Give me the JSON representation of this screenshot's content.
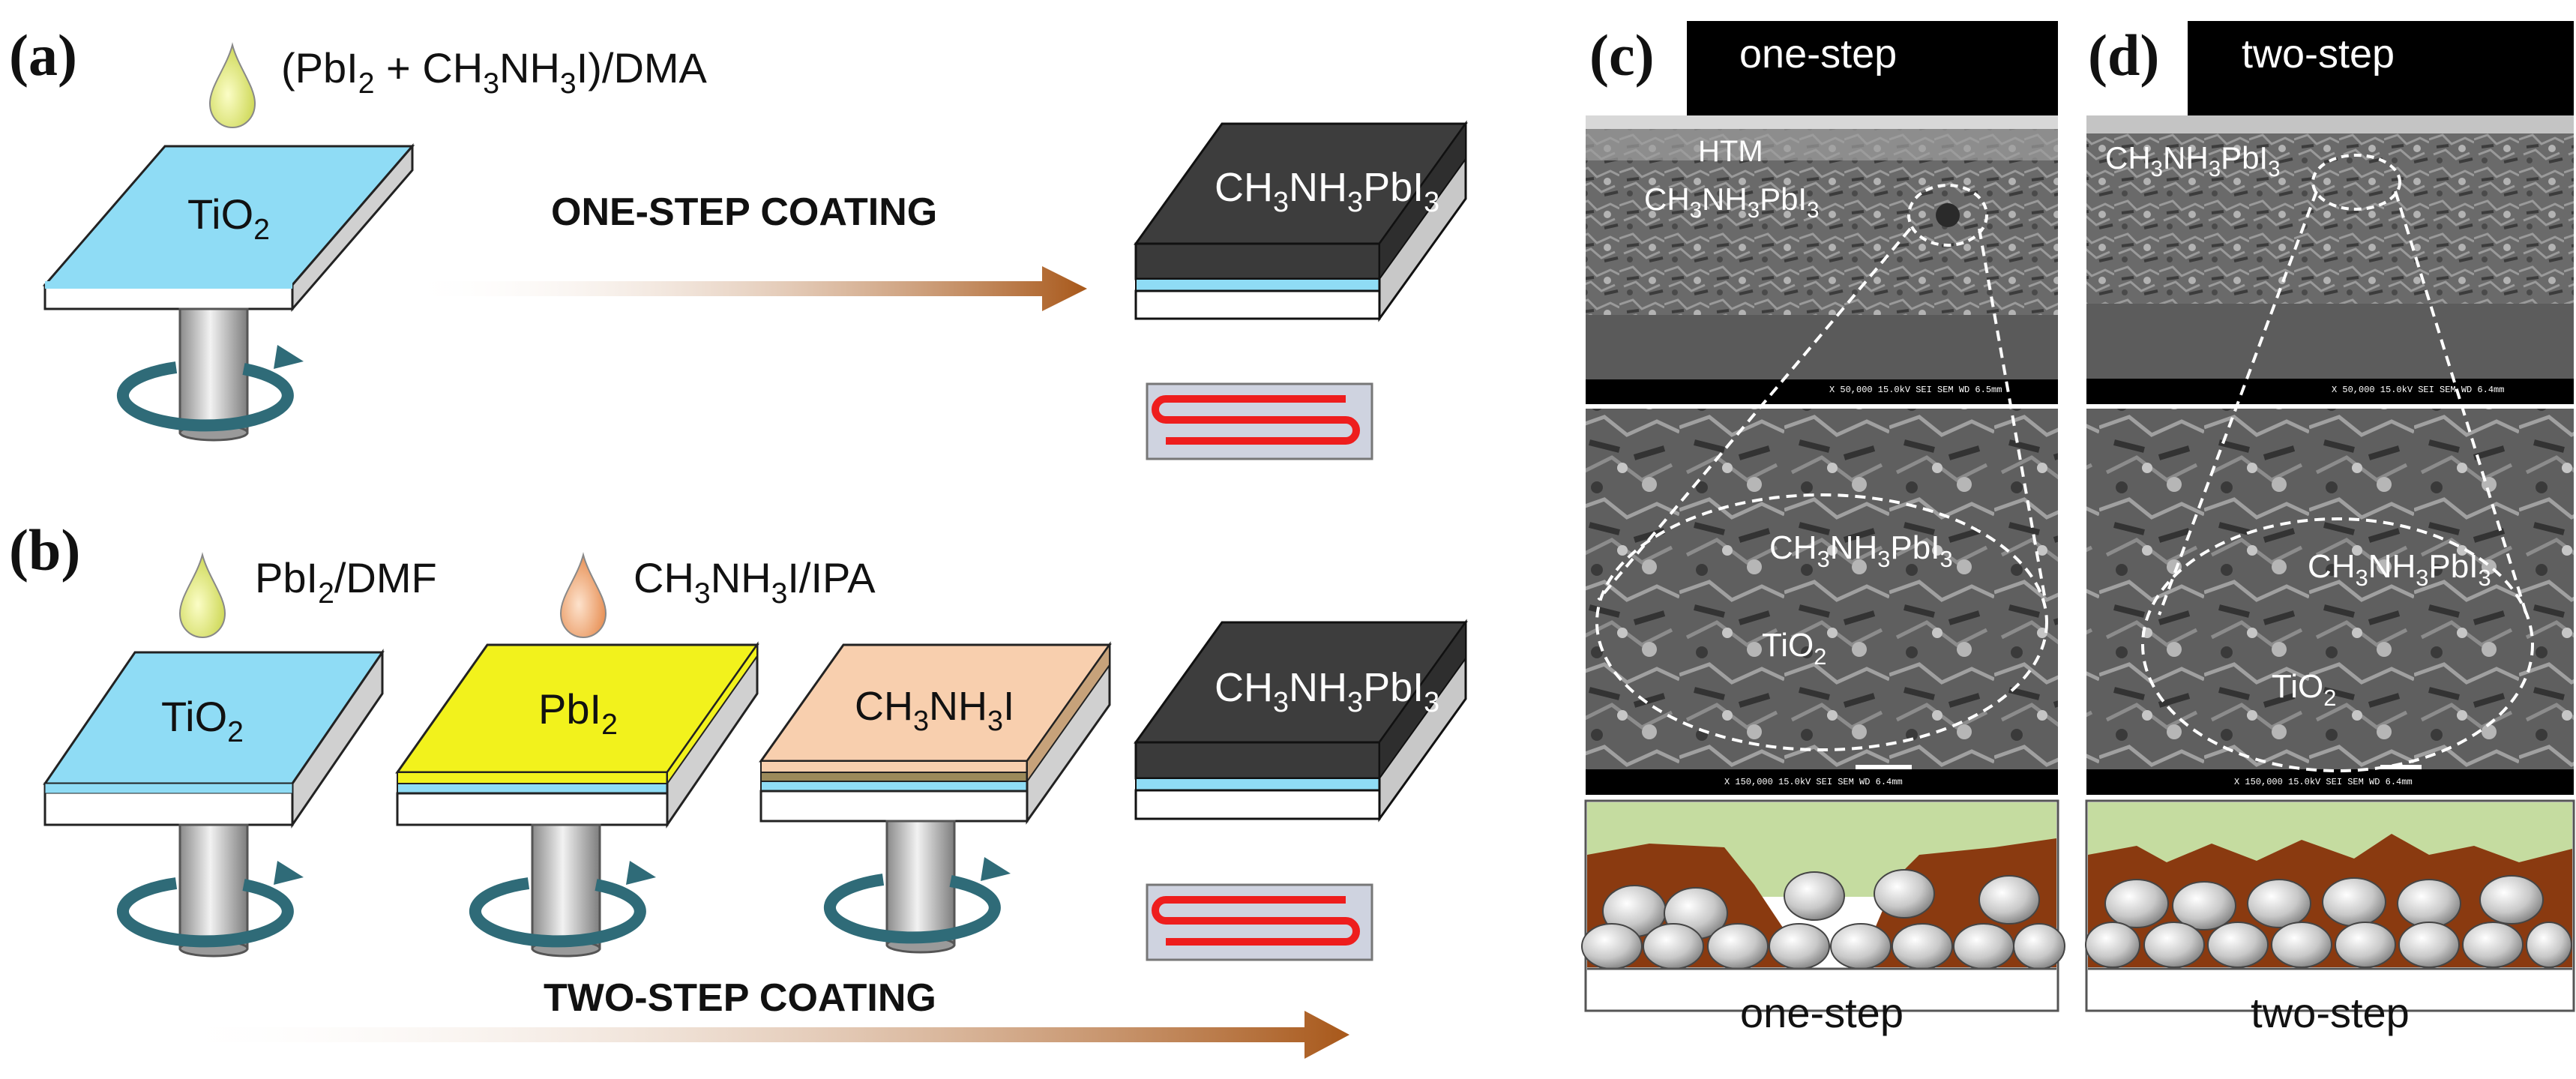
{
  "panels": {
    "a": {
      "label": "(a)",
      "solution": {
        "prefix": "(PbI",
        "sub1": "2",
        "mid": " + CH",
        "sub2": "3",
        "mid2": "NH",
        "sub3": "3",
        "suffix": "I)/DMA"
      },
      "substrate": {
        "base": "TiO",
        "sub": "2"
      },
      "process": "ONE-STEP COATING",
      "product": {
        "p1": "CH",
        "s1": "3",
        "p2": "NH",
        "s2": "3",
        "p3": "PbI",
        "s3": "3"
      }
    },
    "b": {
      "label": "(b)",
      "solution1": {
        "base": "PbI",
        "sub": "2",
        "suffix": "/DMF"
      },
      "solution2": {
        "p1": "CH",
        "s1": "3",
        "p2": "NH",
        "s2": "3",
        "suffix": "I/IPA"
      },
      "substrate1": {
        "base": "TiO",
        "sub": "2"
      },
      "substrate2": {
        "base": "PbI",
        "sub": "2"
      },
      "substrate3": {
        "p1": "CH",
        "s1": "3",
        "p2": "NH",
        "s2": "3",
        "suffix": "I"
      },
      "product": {
        "p1": "CH",
        "s1": "3",
        "p2": "NH",
        "s2": "3",
        "p3": "PbI",
        "s3": "3"
      },
      "process": "TWO-STEP COATING"
    },
    "c": {
      "label": "(c)",
      "header": "one-step",
      "top_labels": {
        "htm": "HTM",
        "p1": "CH",
        "s1": "3",
        "p2": "NH",
        "s2": "3",
        "p3": "PbI",
        "s3": "3"
      },
      "zoom_labels": {
        "p1": "CH",
        "s1": "3",
        "p2": "NH",
        "s2": "3",
        "p3": "PbI",
        "s3": "3",
        "tio": "TiO",
        "tio_sub": "2"
      },
      "schematic_caption": "one-step"
    },
    "d": {
      "label": "(d)",
      "header": "two-step",
      "top_labels": {
        "p1": "CH",
        "s1": "3",
        "p2": "NH",
        "s2": "3",
        "p3": "PbI",
        "s3": "3"
      },
      "zoom_labels": {
        "p1": "CH",
        "s1": "3",
        "p2": "NH",
        "s2": "3",
        "p3": "PbI",
        "s3": "3",
        "tio": "TiO",
        "tio_sub": "2"
      },
      "schematic_caption": "two-step"
    }
  },
  "colors": {
    "tio2": "#8fdcf5",
    "pbi2": "#f2f21c",
    "mai": "#f8cfae",
    "perovskite": "#3d3d3d",
    "arrow": "#b0641c",
    "spin": "#2f6b78",
    "schematic_bg": "#c5dca0",
    "schematic_brown": "#8a3a10"
  }
}
